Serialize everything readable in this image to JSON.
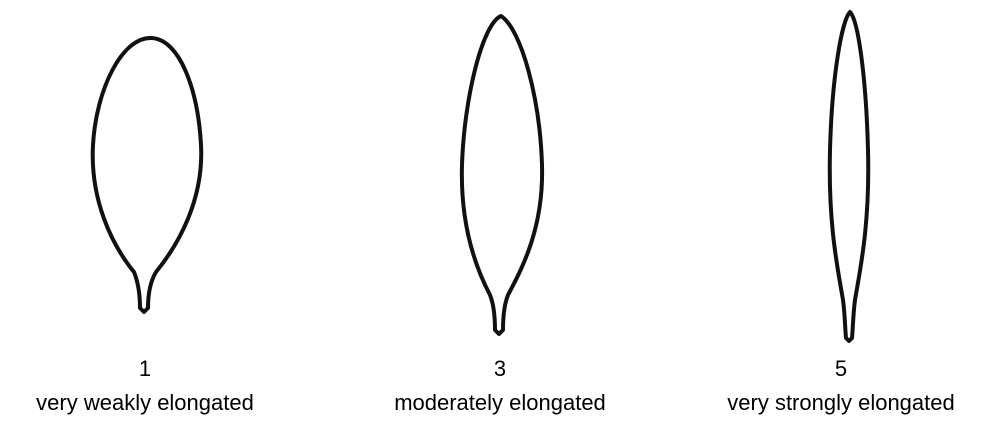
{
  "figure": {
    "items": [
      {
        "number": "1",
        "description": "very weakly elongated"
      },
      {
        "number": "3",
        "description": "moderately elongated"
      },
      {
        "number": "5",
        "description": "very strongly elongated"
      }
    ]
  }
}
